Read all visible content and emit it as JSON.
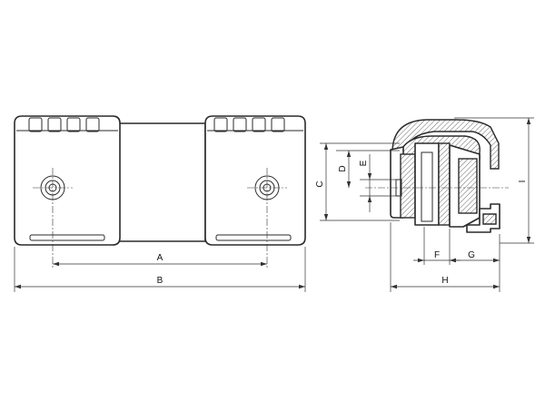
{
  "dimension_labels": {
    "a": "A",
    "b": "B",
    "c": "C",
    "d": "D",
    "e": "E",
    "f": "F",
    "g": "G",
    "h": "H",
    "i": "I"
  }
}
